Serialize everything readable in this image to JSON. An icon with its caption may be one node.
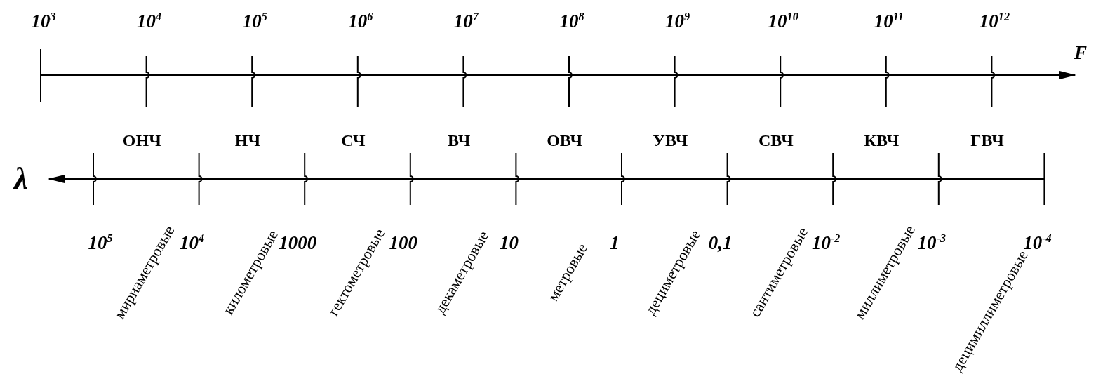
{
  "diagram": {
    "labels": [
      "10$^{3}$",
      "10$^{4}$",
      "10$^{5}$",
      "10$^{6}$",
      "10$^{7}$",
      "10$^{8}$",
      "10$^{9}$",
      "10$^{10}$",
      "10$^{11}$",
      "10$^{12}$",
      "F",
      "ОНЧ",
      "НЧ",
      "СЧ",
      "ВЧ",
      "ОВЧ",
      "УВЧ",
      "СВЧ",
      "КВЧ",
      "ГВЧ",
      "λ",
      "10$^{5}$",
      "10$^{4}$",
      "1000",
      "100",
      "10",
      "1",
      "0,1",
      "10$^{-2}$",
      "10$^{-3}$",
      "10$^{-4}$",
      "мириаметровые",
      "километровые",
      "гектометровые",
      "декаметровые",
      "метровые",
      "дециметровые",
      "сантиметровые",
      "миллиметровые",
      "децимиллиметровые"
    ]
  }
}
